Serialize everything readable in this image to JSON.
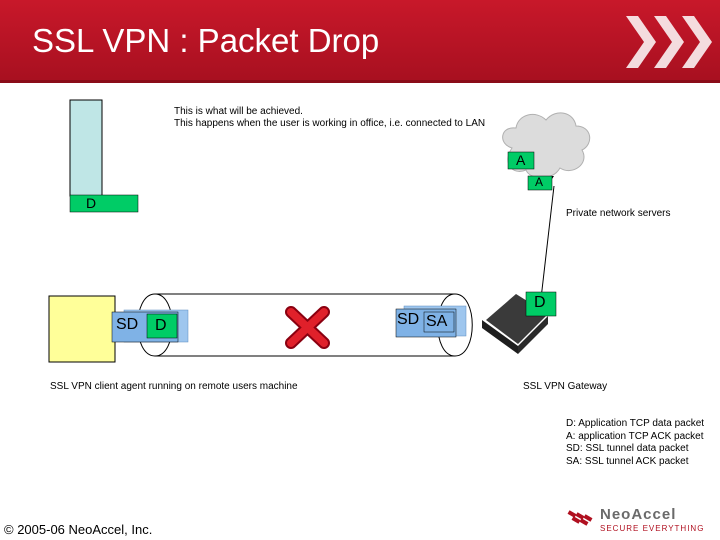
{
  "slide": {
    "title": "SSL VPN : Packet Drop",
    "note_line1": "This is what will be achieved.",
    "note_line2": "This happens when the user is working in office, i.e. connected to LAN"
  },
  "packets": {
    "cloud_a1": "A",
    "cloud_a2": "A",
    "left_d": "D",
    "tunnel_sd_left": "SD",
    "tunnel_d_left": "D",
    "tunnel_sd_right": "SD",
    "tunnel_sa_right": "SA",
    "gateway_d": "D"
  },
  "labels": {
    "private_servers": "Private network servers",
    "client_agent": "SSL VPN client agent running on remote users machine",
    "gateway": "SSL VPN Gateway"
  },
  "legend": [
    "D: Application TCP data packet",
    "A: application TCP ACK packet",
    "SD: SSL tunnel data packet",
    "SA: SSL tunnel ACK packet"
  ],
  "footer": {
    "copyright": "© 2005-06 NeoAccel, Inc."
  },
  "logo": {
    "name": "NeoAccel",
    "tagline": "SECURE EVERYTHING"
  },
  "colors": {
    "header_red": "#c8182a",
    "packet_blue": "#7fb2e6",
    "green_box": "#00cc66",
    "client_box": "#ffff99",
    "device_box": "#bfe6e6",
    "drop_x": "#e0202a"
  }
}
